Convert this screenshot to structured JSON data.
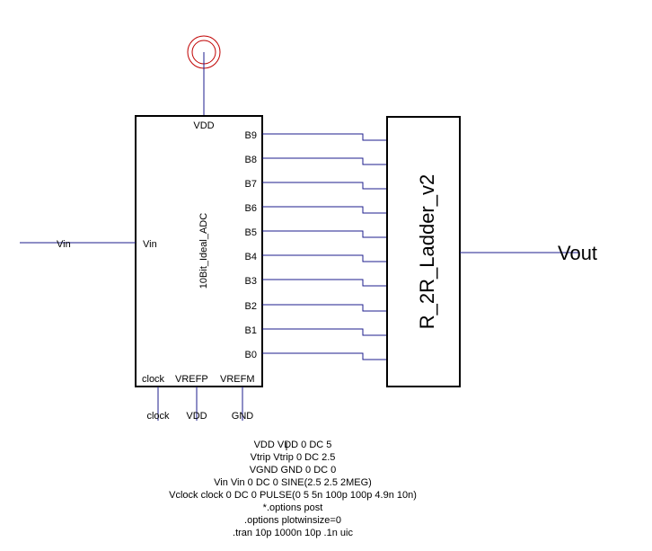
{
  "colors": {
    "wire": "#1e1e8c",
    "supply_symbol": "#c00000",
    "outline": "#000000"
  },
  "adc": {
    "name": "10Bit_Ideal_ADC",
    "pin_top": "VDD",
    "pin_left": "Vin",
    "bit_pins": [
      "B9",
      "B8",
      "B7",
      "B6",
      "B5",
      "B4",
      "B3",
      "B2",
      "B1",
      "B0"
    ],
    "pins_bottom": [
      "clock",
      "VREFP",
      "VREFM"
    ]
  },
  "ladder": {
    "name": "R_2R_Ladder_v2"
  },
  "nets": {
    "input": "Vin",
    "output": "Vout",
    "bottom": [
      "clock",
      "VDD",
      "GND"
    ]
  },
  "spice": [
    "VDD VDD 0 DC 5",
    "Vtrip Vtrip 0 DC 2.5",
    "VGND GND 0 DC 0",
    "Vin Vin 0 DC 0 SINE(2.5 2.5 2MEG)",
    "Vclock clock 0 DC 0 PULSE(0 5 5n 100p 100p 4.9n 10n)",
    "*.options post",
    ".options plotwinsize=0",
    ".tran 10p 1000n 10p .1n uic"
  ]
}
